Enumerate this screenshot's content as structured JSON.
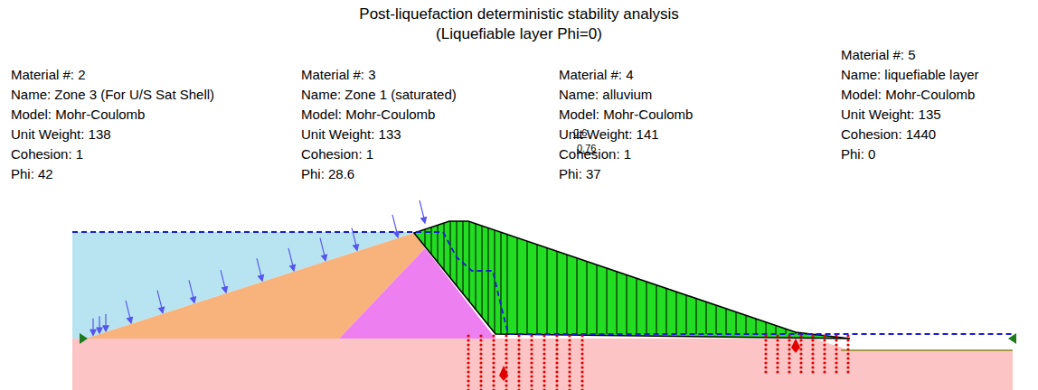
{
  "diagram": {
    "title": "Post-liquefaction deterministic stability analysis",
    "labels": [
      "(Liquefiable layer Phi=0)",
      "Material #: 2",
      "Name: Zone 3 (For U/S Sat Shell)",
      "Model: Mohr-Coulomb",
      "Unit Weight: 138",
      "Cohesion: 1",
      "Phi: 42",
      "Material #: 3",
      "Name: Zone 1 (saturated)",
      "Model: Mohr-Coulomb",
      "Unit Weight: 133",
      "Cohesion: 1",
      "Phi: 28.6",
      "Material #: 4",
      "Name: alluvium",
      "Model: Mohr-Coulomb",
      "Unit Weight: 141",
      "Cohesion: 1",
      "Phi: 37",
      "Material #: 5",
      "Name: liquefiable layer",
      "Model: Mohr-Coulomb",
      "Unit Weight: 135",
      "Cohesion: 1440",
      "Phi: 0",
      "0.6",
      "0.76"
    ]
  }
}
